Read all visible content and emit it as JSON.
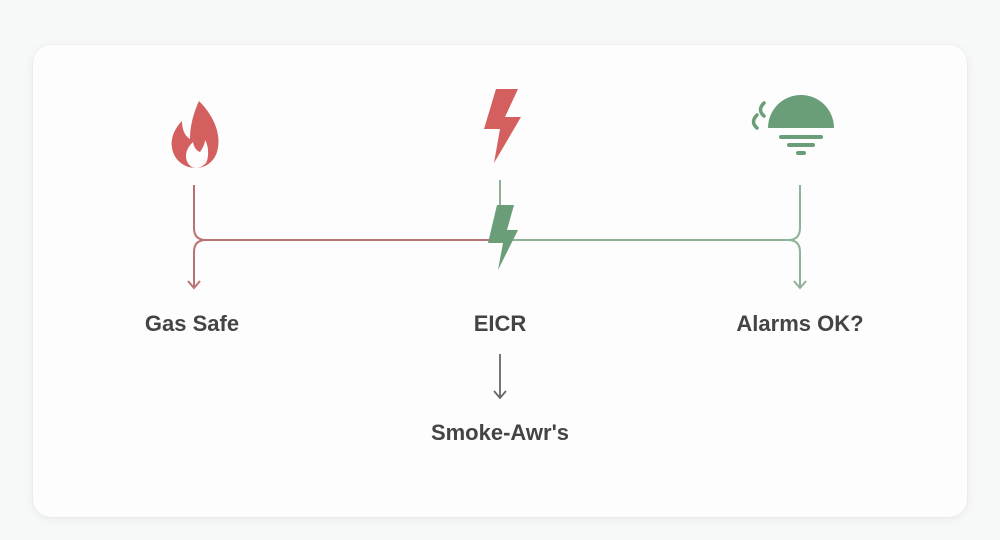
{
  "colors": {
    "red": "#d35f5f",
    "red_line": "#b87272",
    "green": "#6a9e78",
    "green_line": "#8fb296",
    "text": "#444444",
    "arrow_gray": "#666666"
  },
  "nodes": [
    {
      "label": "Gas Safe",
      "icon": "flame-icon"
    },
    {
      "label": "EICR",
      "icon": "lightning-bolt-icon"
    },
    {
      "label": "Alarms OK?",
      "icon": "smoke-alarm-icon"
    }
  ],
  "center_connector_icon": "lightning-bolt-icon",
  "sub_node": {
    "label": "Smoke-Awr's"
  }
}
